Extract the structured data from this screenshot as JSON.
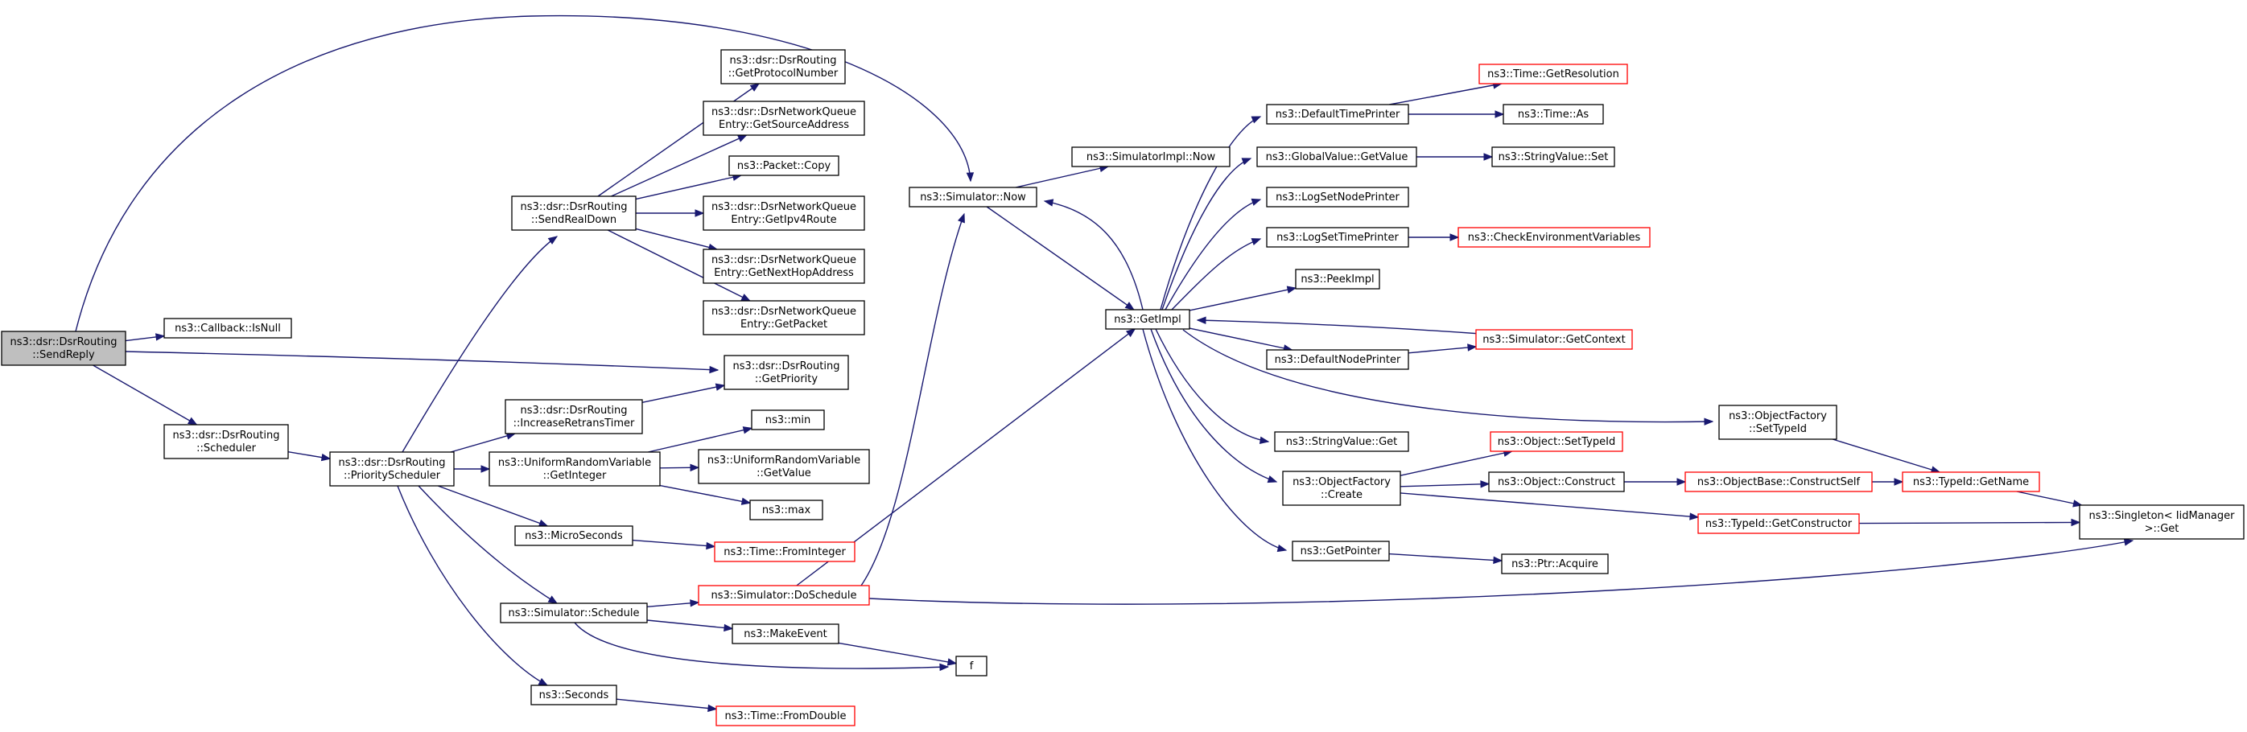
{
  "diagram": {
    "type": "call-graph",
    "colors": {
      "edge": "#191970",
      "node_border": "#000000",
      "truncated_node_border": "#ff0000",
      "root_fill": "#bfbfbf",
      "node_fill": "#ffffff"
    },
    "nodes": [
      {
        "id": "sendreply",
        "lines": [
          "ns3::dsr::DsrRouting",
          "::SendReply"
        ],
        "style": "root"
      },
      {
        "id": "isnull",
        "lines": [
          "ns3::Callback::IsNull"
        ],
        "style": "normal"
      },
      {
        "id": "scheduler",
        "lines": [
          "ns3::dsr::DsrRouting",
          "::Scheduler"
        ],
        "style": "normal"
      },
      {
        "id": "priosched",
        "lines": [
          "ns3::dsr::DsrRouting",
          "::PriorityScheduler"
        ],
        "style": "normal"
      },
      {
        "id": "sendrealdown",
        "lines": [
          "ns3::dsr::DsrRouting",
          "::SendRealDown"
        ],
        "style": "normal"
      },
      {
        "id": "increase",
        "lines": [
          "ns3::dsr::DsrRouting",
          "::IncreaseRetransTimer"
        ],
        "style": "normal"
      },
      {
        "id": "getinteger",
        "lines": [
          "ns3::UniformRandomVariable",
          "::GetInteger"
        ],
        "style": "normal"
      },
      {
        "id": "microseconds",
        "lines": [
          "ns3::MicroSeconds"
        ],
        "style": "normal"
      },
      {
        "id": "simschedule",
        "lines": [
          "ns3::Simulator::Schedule"
        ],
        "style": "normal"
      },
      {
        "id": "seconds",
        "lines": [
          "ns3::Seconds"
        ],
        "style": "normal"
      },
      {
        "id": "getprotonum",
        "lines": [
          "ns3::dsr::DsrRouting",
          "::GetProtocolNumber"
        ],
        "style": "normal"
      },
      {
        "id": "getsrcaddr",
        "lines": [
          "ns3::dsr::DsrNetworkQueue",
          "Entry::GetSourceAddress"
        ],
        "style": "normal"
      },
      {
        "id": "packetcopy",
        "lines": [
          "ns3::Packet::Copy"
        ],
        "style": "normal"
      },
      {
        "id": "getipv4route",
        "lines": [
          "ns3::dsr::DsrNetworkQueue",
          "Entry::GetIpv4Route"
        ],
        "style": "normal"
      },
      {
        "id": "getnexthop",
        "lines": [
          "ns3::dsr::DsrNetworkQueue",
          "Entry::GetNextHopAddress"
        ],
        "style": "normal"
      },
      {
        "id": "getpacket",
        "lines": [
          "ns3::dsr::DsrNetworkQueue",
          "Entry::GetPacket"
        ],
        "style": "normal"
      },
      {
        "id": "getpriority",
        "lines": [
          "ns3::dsr::DsrRouting",
          "::GetPriority"
        ],
        "style": "normal"
      },
      {
        "id": "min",
        "lines": [
          "ns3::min"
        ],
        "style": "normal"
      },
      {
        "id": "getvalue",
        "lines": [
          "ns3::UniformRandomVariable",
          "::GetValue"
        ],
        "style": "normal"
      },
      {
        "id": "max",
        "lines": [
          "ns3::max"
        ],
        "style": "normal"
      },
      {
        "id": "frominteger",
        "lines": [
          "ns3::Time::FromInteger"
        ],
        "style": "truncated"
      },
      {
        "id": "doschedule",
        "lines": [
          "ns3::Simulator::DoSchedule"
        ],
        "style": "truncated"
      },
      {
        "id": "makeevent",
        "lines": [
          "ns3::MakeEvent"
        ],
        "style": "normal"
      },
      {
        "id": "f",
        "lines": [
          "f"
        ],
        "style": "normal"
      },
      {
        "id": "fromdouble",
        "lines": [
          "ns3::Time::FromDouble"
        ],
        "style": "truncated"
      },
      {
        "id": "simnow",
        "lines": [
          "ns3::Simulator::Now"
        ],
        "style": "normal"
      },
      {
        "id": "simimplnow",
        "lines": [
          "ns3::SimulatorImpl::Now"
        ],
        "style": "normal"
      },
      {
        "id": "getimpl",
        "lines": [
          "ns3::GetImpl"
        ],
        "style": "normal"
      },
      {
        "id": "deftimeprinter",
        "lines": [
          "ns3::DefaultTimePrinter"
        ],
        "style": "normal"
      },
      {
        "id": "getresolution",
        "lines": [
          "ns3::Time::GetResolution"
        ],
        "style": "truncated"
      },
      {
        "id": "timeas",
        "lines": [
          "ns3::Time::As"
        ],
        "style": "normal"
      },
      {
        "id": "gvgetvalue",
        "lines": [
          "ns3::GlobalValue::GetValue"
        ],
        "style": "normal"
      },
      {
        "id": "svset",
        "lines": [
          "ns3::StringValue::Set"
        ],
        "style": "normal"
      },
      {
        "id": "lognodeprinter",
        "lines": [
          "ns3::LogSetNodePrinter"
        ],
        "style": "normal"
      },
      {
        "id": "logtimeprinter",
        "lines": [
          "ns3::LogSetTimePrinter"
        ],
        "style": "normal"
      },
      {
        "id": "checkenv",
        "lines": [
          "ns3::CheckEnvironmentVariables"
        ],
        "style": "truncated"
      },
      {
        "id": "peekimpl",
        "lines": [
          "ns3::PeekImpl"
        ],
        "style": "normal"
      },
      {
        "id": "defnodeprinter",
        "lines": [
          "ns3::DefaultNodePrinter"
        ],
        "style": "normal"
      },
      {
        "id": "getcontext",
        "lines": [
          "ns3::Simulator::GetContext"
        ],
        "style": "truncated"
      },
      {
        "id": "ofsettypeid",
        "lines": [
          "ns3::ObjectFactory",
          "::SetTypeId"
        ],
        "style": "normal"
      },
      {
        "id": "svget",
        "lines": [
          "ns3::StringValue::Get"
        ],
        "style": "normal"
      },
      {
        "id": "ofcreate",
        "lines": [
          "ns3::ObjectFactory",
          "::Create"
        ],
        "style": "normal"
      },
      {
        "id": "objsettypeid",
        "lines": [
          "ns3::Object::SetTypeId"
        ],
        "style": "truncated"
      },
      {
        "id": "objconstruct",
        "lines": [
          "ns3::Object::Construct"
        ],
        "style": "normal"
      },
      {
        "id": "constructself",
        "lines": [
          "ns3::ObjectBase::ConstructSelf"
        ],
        "style": "truncated"
      },
      {
        "id": "typeidgetname",
        "lines": [
          "ns3::TypeId::GetName"
        ],
        "style": "truncated"
      },
      {
        "id": "getconstructor",
        "lines": [
          "ns3::TypeId::GetConstructor"
        ],
        "style": "truncated"
      },
      {
        "id": "singleton",
        "lines": [
          "ns3::Singleton< IidManager",
          ">::Get"
        ],
        "style": "normal"
      },
      {
        "id": "getpointer",
        "lines": [
          "ns3::GetPointer"
        ],
        "style": "normal"
      },
      {
        "id": "ptracquire",
        "lines": [
          "ns3::Ptr::Acquire"
        ],
        "style": "normal"
      }
    ],
    "edges": [
      {
        "from": "sendreply",
        "to": "isnull"
      },
      {
        "from": "sendreply",
        "to": "scheduler"
      },
      {
        "from": "sendreply",
        "to": "getpriority"
      },
      {
        "from": "sendreply",
        "to": "simnow"
      },
      {
        "from": "scheduler",
        "to": "priosched"
      },
      {
        "from": "priosched",
        "to": "sendrealdown"
      },
      {
        "from": "priosched",
        "to": "increase"
      },
      {
        "from": "priosched",
        "to": "getinteger"
      },
      {
        "from": "priosched",
        "to": "microseconds"
      },
      {
        "from": "priosched",
        "to": "simschedule"
      },
      {
        "from": "priosched",
        "to": "seconds"
      },
      {
        "from": "sendrealdown",
        "to": "getprotonum"
      },
      {
        "from": "sendrealdown",
        "to": "getsrcaddr"
      },
      {
        "from": "sendrealdown",
        "to": "packetcopy"
      },
      {
        "from": "sendrealdown",
        "to": "getipv4route"
      },
      {
        "from": "sendrealdown",
        "to": "getnexthop"
      },
      {
        "from": "sendrealdown",
        "to": "getpacket"
      },
      {
        "from": "increase",
        "to": "getpriority"
      },
      {
        "from": "getinteger",
        "to": "min"
      },
      {
        "from": "getinteger",
        "to": "getvalue"
      },
      {
        "from": "getinteger",
        "to": "max"
      },
      {
        "from": "microseconds",
        "to": "frominteger"
      },
      {
        "from": "simschedule",
        "to": "doschedule"
      },
      {
        "from": "simschedule",
        "to": "makeevent"
      },
      {
        "from": "simschedule",
        "to": "f"
      },
      {
        "from": "makeevent",
        "to": "f"
      },
      {
        "from": "seconds",
        "to": "fromdouble"
      },
      {
        "from": "doschedule",
        "to": "simnow"
      },
      {
        "from": "doschedule",
        "to": "getimpl"
      },
      {
        "from": "doschedule",
        "to": "singleton"
      },
      {
        "from": "simnow",
        "to": "simimplnow"
      },
      {
        "from": "simnow",
        "to": "getimpl"
      },
      {
        "from": "getimpl",
        "to": "simnow"
      },
      {
        "from": "getimpl",
        "to": "deftimeprinter"
      },
      {
        "from": "getimpl",
        "to": "gvgetvalue"
      },
      {
        "from": "getimpl",
        "to": "lognodeprinter"
      },
      {
        "from": "getimpl",
        "to": "logtimeprinter"
      },
      {
        "from": "getimpl",
        "to": "peekimpl"
      },
      {
        "from": "getimpl",
        "to": "defnodeprinter"
      },
      {
        "from": "getimpl",
        "to": "ofsettypeid"
      },
      {
        "from": "getimpl",
        "to": "svget"
      },
      {
        "from": "getimpl",
        "to": "ofcreate"
      },
      {
        "from": "getimpl",
        "to": "getpointer"
      },
      {
        "from": "deftimeprinter",
        "to": "getresolution"
      },
      {
        "from": "deftimeprinter",
        "to": "timeas"
      },
      {
        "from": "gvgetvalue",
        "to": "svset"
      },
      {
        "from": "logtimeprinter",
        "to": "checkenv"
      },
      {
        "from": "defnodeprinter",
        "to": "getcontext"
      },
      {
        "from": "getcontext",
        "to": "getimpl"
      },
      {
        "from": "ofsettypeid",
        "to": "typeidgetname"
      },
      {
        "from": "ofcreate",
        "to": "objsettypeid"
      },
      {
        "from": "ofcreate",
        "to": "objconstruct"
      },
      {
        "from": "ofcreate",
        "to": "getconstructor"
      },
      {
        "from": "objconstruct",
        "to": "constructself"
      },
      {
        "from": "constructself",
        "to": "typeidgetname"
      },
      {
        "from": "typeidgetname",
        "to": "singleton"
      },
      {
        "from": "getconstructor",
        "to": "singleton"
      },
      {
        "from": "getpointer",
        "to": "ptracquire"
      }
    ]
  }
}
